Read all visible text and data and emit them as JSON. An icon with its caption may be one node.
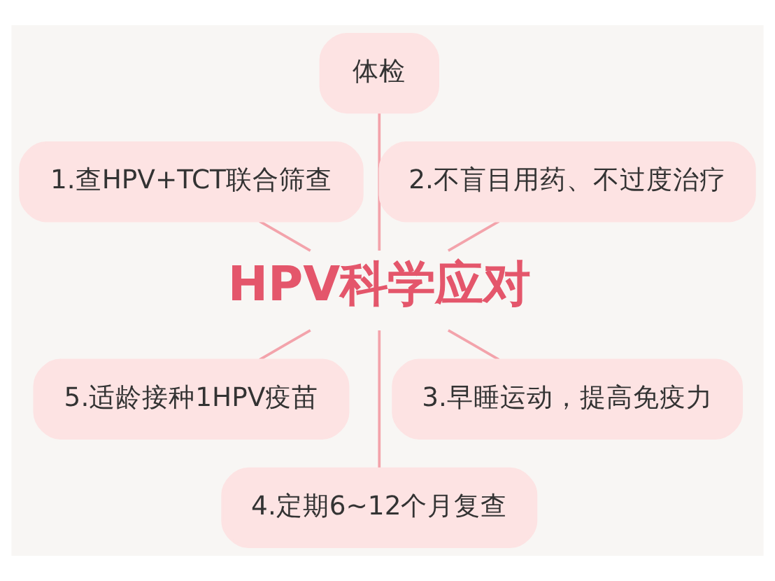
{
  "diagram": {
    "nodes": [
      {
        "text": [
          "体检"
        ]
      },
      {
        "text": [
          "1.查HPV+TCT联合筛查"
        ]
      },
      {
        "text": [
          "2.不盲目用药、不过度治疗"
        ]
      },
      {
        "text": [
          "HPV科学应对"
        ]
      },
      {
        "text": [
          "5.适龄接种1HPV疫苗"
        ]
      },
      {
        "text": [
          "3.早睡运动，提高免疫力"
        ]
      },
      {
        "text": [
          "4.定期6~12个月复查"
        ]
      }
    ],
    "edges": [
      {
        "from": 3,
        "to": 0,
        "arrow": "none"
      },
      {
        "from": 3,
        "to": 2,
        "arrow": "none"
      },
      {
        "from": 3,
        "to": 5,
        "arrow": "none"
      },
      {
        "from": 3,
        "to": 6,
        "arrow": "none"
      },
      {
        "from": 3,
        "to": 4,
        "arrow": "none"
      },
      {
        "from": 3,
        "to": 1,
        "arrow": "none"
      }
    ]
  }
}
